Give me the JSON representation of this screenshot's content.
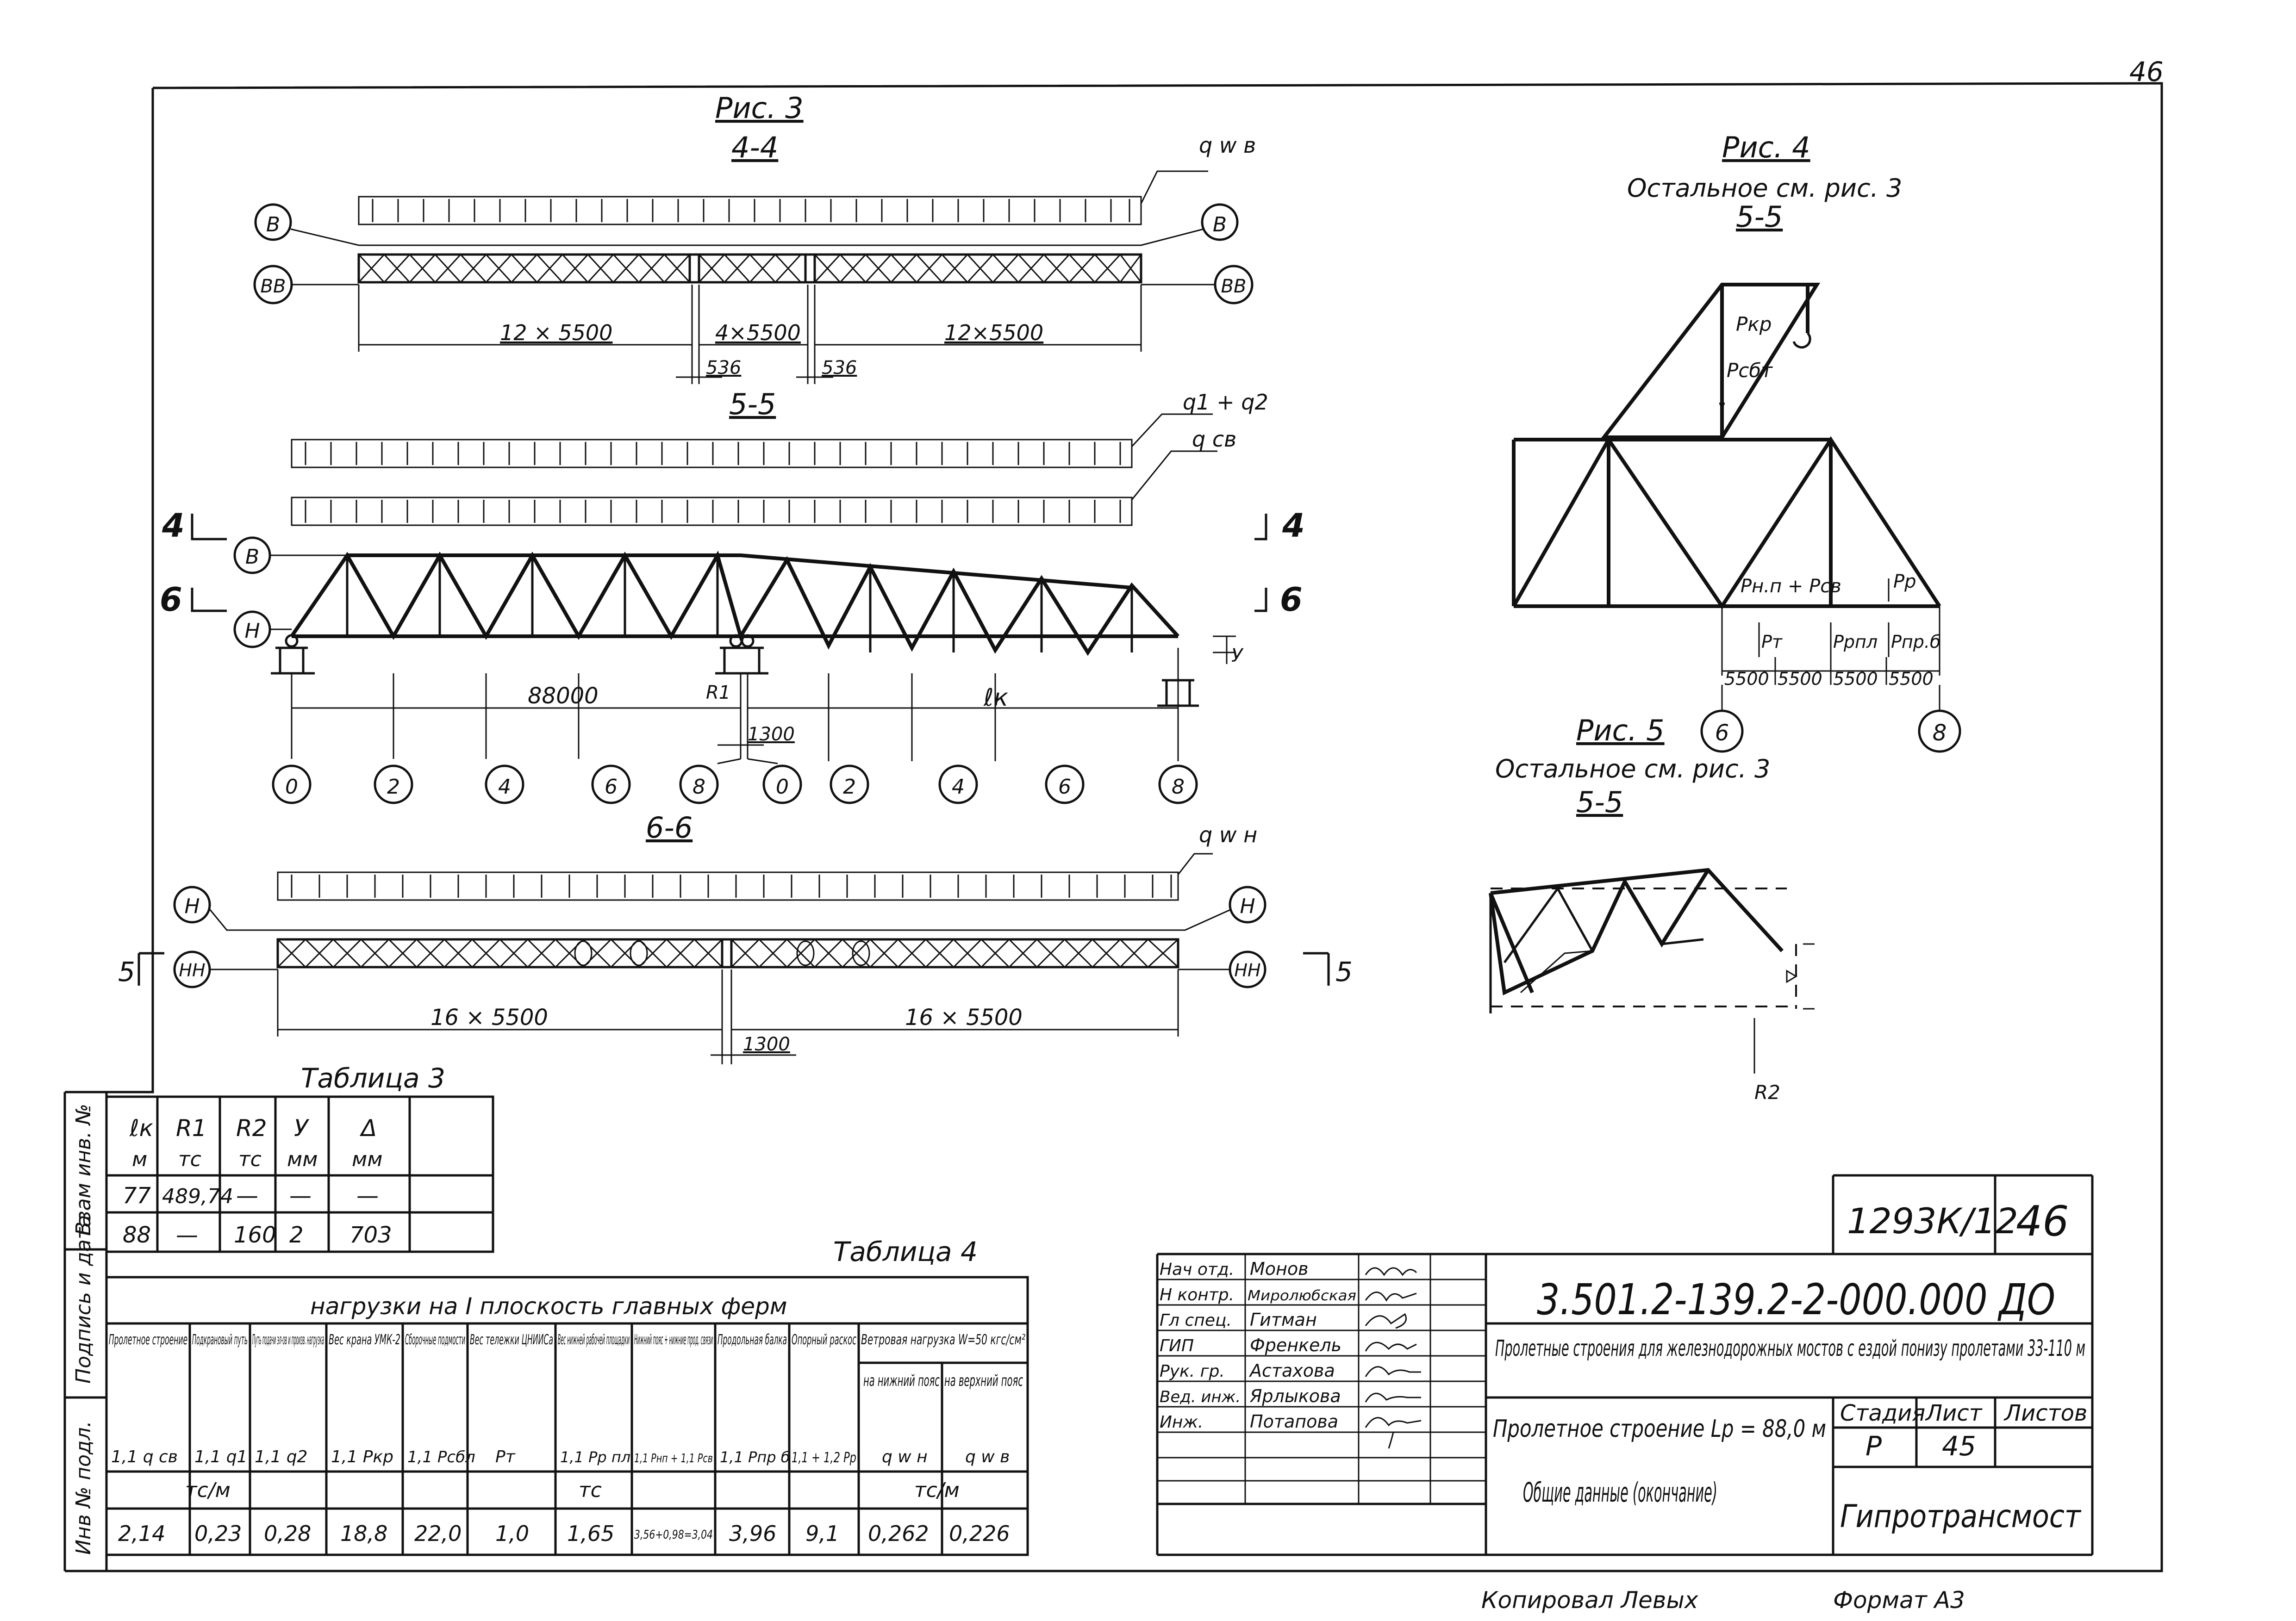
{
  "page_number": "46",
  "fig3": {
    "title": "Рис. 3",
    "section_44": "4-4",
    "qw_b": "q w в",
    "node_b": "В",
    "node_bb": "ВВ",
    "dim_left": "12 × 5500",
    "dim_mid": "4×5500",
    "dim_right": "12×5500",
    "dim_536a": "536",
    "dim_536b": "536",
    "section_55": "5-5",
    "q12": "q1 + q2",
    "qsv": "q св",
    "cut4": "4",
    "cut6": "6",
    "node_n": "Н",
    "dim_88000": "88000",
    "dim_lk": "ℓк",
    "r1": "R1",
    "dim_1300": "1300",
    "y_label": "У",
    "axis_nodes": [
      "0",
      "2",
      "4",
      "6",
      "8",
      "0",
      "2",
      "4",
      "6",
      "8"
    ],
    "section_66": "6-6",
    "qw_n": "q w н",
    "node_nn": "НН",
    "cut5": "5",
    "dim_16a": "16 × 5500",
    "dim_16b": "16 × 5500",
    "dim_1300b": "1300"
  },
  "fig4": {
    "title": "Рис. 4",
    "subtitle": "Остальное см. рис. 3",
    "section": "5-5",
    "pkr": "Ркр",
    "psbt": "Рсбт",
    "pnp": "Рн.п + Рсв",
    "pp": "Рр",
    "pt": "Рт",
    "ppl": "Ррпл",
    "pprb": "Рпр.б",
    "dims": [
      "5500",
      "5500",
      "5500",
      "5500"
    ],
    "n6": "6",
    "n8": "8"
  },
  "fig5": {
    "title": "Рис. 5",
    "subtitle": "Остальное см. рис. 3",
    "section": "5-5",
    "r2": "R2",
    "delta": "Δ"
  },
  "table3": {
    "title": "Таблица 3",
    "headers": [
      [
        "ℓк",
        "м"
      ],
      [
        "R1",
        "тс"
      ],
      [
        "R2",
        "тс"
      ],
      [
        "У",
        "мм"
      ],
      [
        "Δ",
        "мм"
      ]
    ],
    "rows": [
      [
        "77",
        "489,74",
        "—",
        "—",
        "—"
      ],
      [
        "88",
        "—",
        "160",
        "2",
        "703"
      ]
    ]
  },
  "table4": {
    "title": "Таблица 4",
    "header_top": "нагрузки на I плоскость главных ферм",
    "columns": [
      "Пролетное строение",
      "Подкрановый путь",
      "Путь подачи эл-ов и произв. нагрузка",
      "Вес крана УМК-2",
      "Сборочные подмости",
      "Вес тележки ЦНИИСа",
      "Вес нижней рабочей площадки",
      "Нижний пояс + нижние прод. связи",
      "Продольная балка",
      "Опорный раскос",
      "Ветровая нагрузка W=50 кгс/см²"
    ],
    "wind_sub": [
      "на нижний пояс",
      "на верхний пояс"
    ],
    "symbols": [
      "1,1 q св",
      "1,1 q1",
      "1,1 q2",
      "1,1 Ркр",
      "1,1 Рсбл",
      "Рт",
      "1,1 Рр пл",
      "1,1 Рнп + 1,1 Рсв",
      "1,1 Рпр б",
      "1,1 + 1,2 Рр",
      "q w н",
      "q w в"
    ],
    "units": [
      "тс/м",
      "тс",
      "тс/м"
    ],
    "values": [
      "2,14",
      "0,23",
      "0,28",
      "18,8",
      "22,0",
      "1,0",
      "1,65",
      "3,56+0,98=3,04",
      "3,96",
      "9,1",
      "0,262",
      "0,226"
    ]
  },
  "side_stamp": [
    "Инв № подл.",
    "Подпись и дата",
    "Взам инв. №"
  ],
  "title_block": {
    "drawing_no": "1293К/12",
    "sheet_no": "46",
    "code": "3.501.2-139.2-2-000.000 ДО",
    "title": "Пролетные строения для железнодорожных мостов с ездой понизу пролетами 33-110 м",
    "subtitle": "Пролетное строение Lр = 88,0 м",
    "stage_label": "Стадия",
    "sheet_label": "Лист",
    "sheets_label": "Листов",
    "stage": "Р",
    "sheet": "45",
    "doc_name": "Общие данные (окончание)",
    "org": "Гипротрансмост",
    "people": [
      {
        "role": "Нач отд.",
        "name": "Монов"
      },
      {
        "role": "Н контр.",
        "name": "Миролюбская"
      },
      {
        "role": "Гл спец.",
        "name": "Гитман"
      },
      {
        "role": "ГИП",
        "name": "Френкель"
      },
      {
        "role": "Рук. гр.",
        "name": "Астахова"
      },
      {
        "role": "Вед. инж.",
        "name": "Ярлыкова"
      },
      {
        "role": "Инж.",
        "name": "Потапова"
      }
    ]
  },
  "footer": {
    "copied": "Копировал Левых",
    "format": "Формат А3"
  }
}
